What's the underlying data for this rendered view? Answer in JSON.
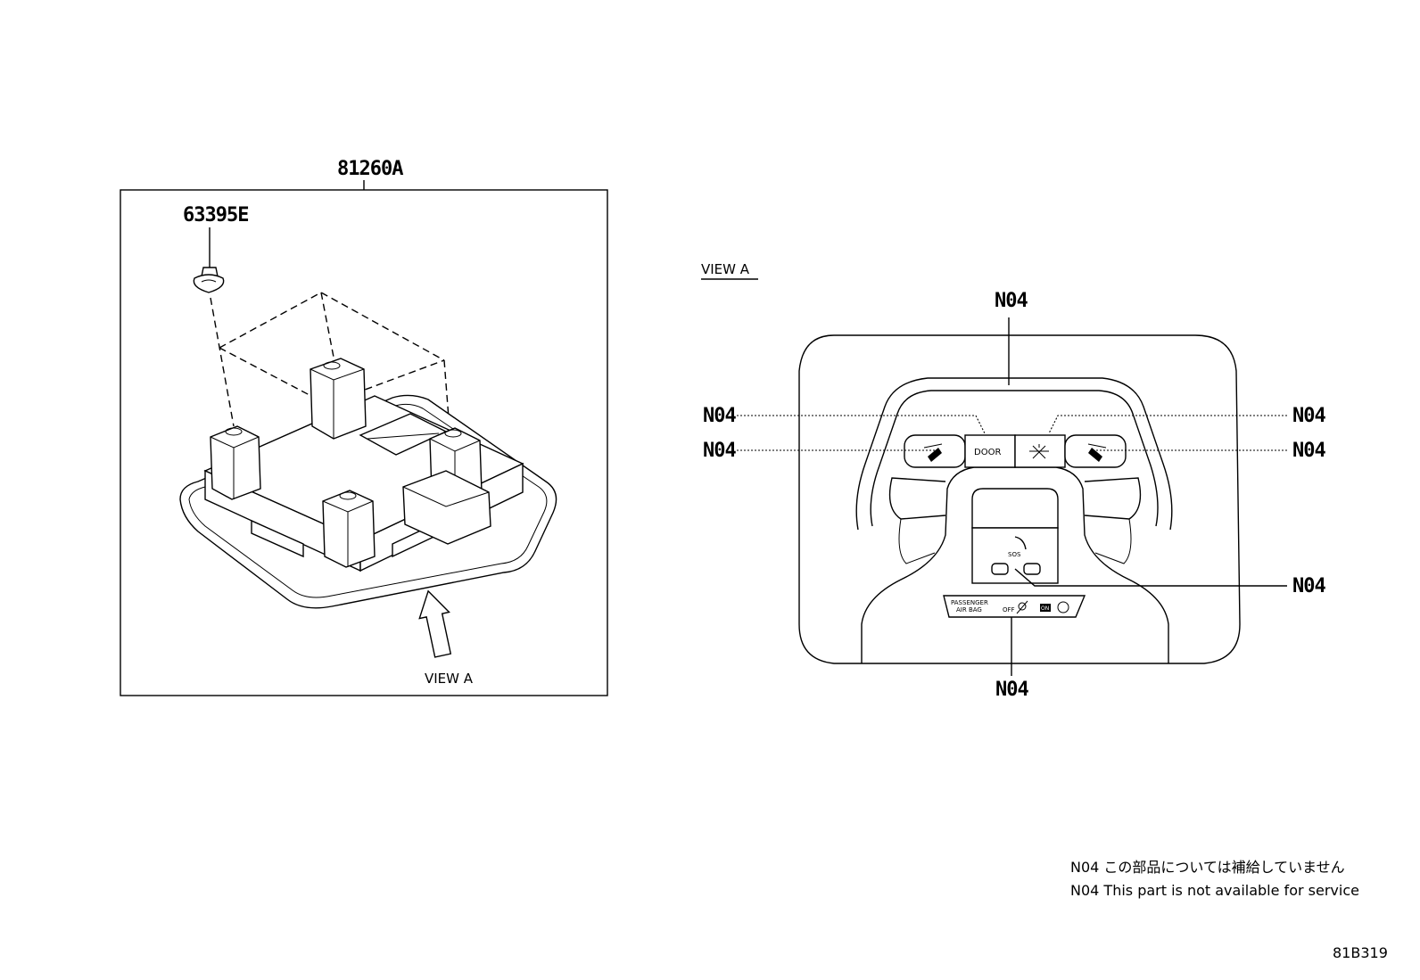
{
  "labels": {
    "assembly": "81260A",
    "clip": "63395E",
    "view_arrow": "VIEW A",
    "view_title": "VIEW A",
    "n04_top": "N04",
    "n04_left_upper": "N04",
    "n04_left_lower": "N04",
    "n04_right_upper": "N04",
    "n04_right_lower": "N04",
    "n04_right_sos": "N04",
    "n04_bottom": "N04"
  },
  "panel": {
    "door_button": "DOOR",
    "sos_label": "SOS",
    "airbag_line1": "PASSENGER",
    "airbag_line2": "AIR BAG",
    "airbag_off": "OFF",
    "airbag_on": "ON"
  },
  "notes": {
    "jp": "N04 この部品については補給していません",
    "en": "N04 This part is not available for service"
  },
  "figure_id": "81B319",
  "icons": [
    "clip-icon",
    "map-light-left-icon",
    "map-light-right-icon",
    "dome-light-icon",
    "sos-phone-icon",
    "airbag-status-icon",
    "view-arrow-icon"
  ]
}
